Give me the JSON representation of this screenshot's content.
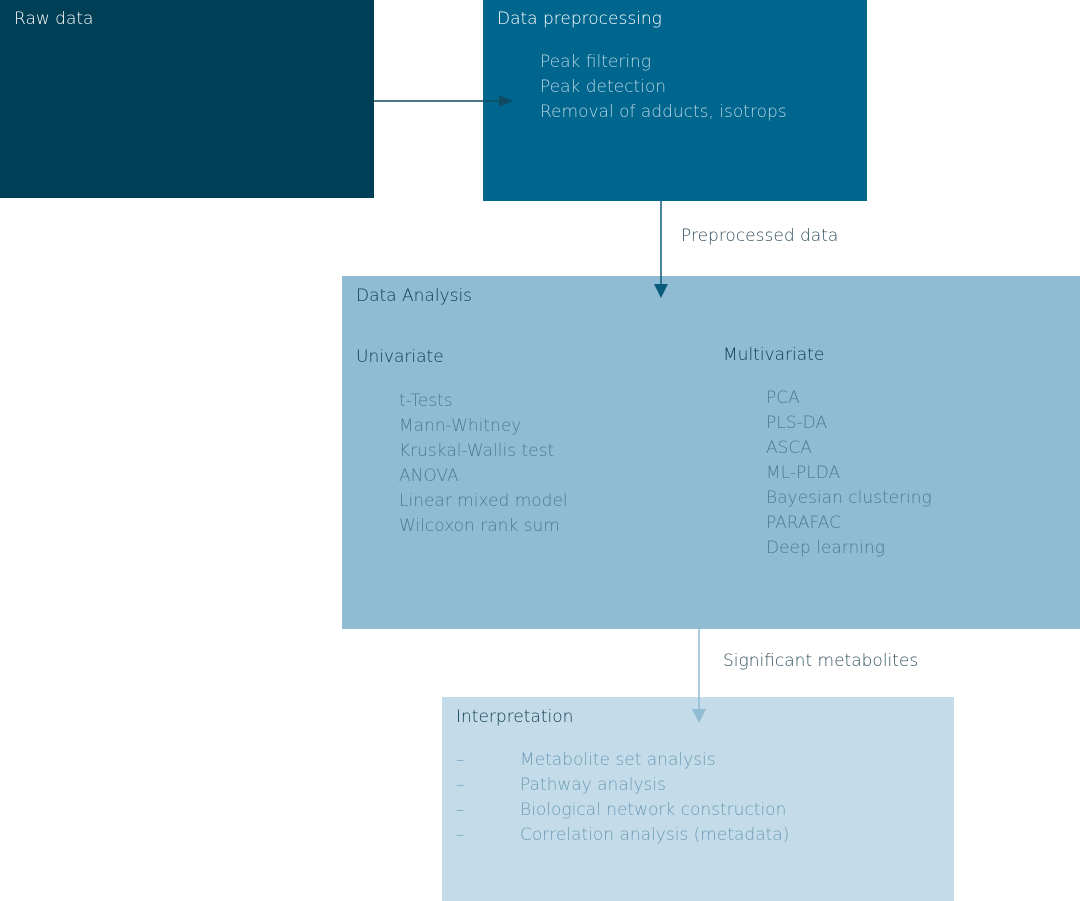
{
  "raw_data": {
    "title": "Raw data"
  },
  "preprocessing": {
    "title": "Data preprocessing",
    "items": [
      "Peak filtering",
      "Peak detection",
      "Removal of adducts, isotrops"
    ]
  },
  "edges": {
    "preprocessed_data": "Preprocessed data",
    "significant_metabolites": "Significant metabolites"
  },
  "analysis": {
    "title": "Data Analysis",
    "univariate": {
      "title": "Univariate",
      "items": [
        "t-Tests",
        "Mann-Whitney",
        "Kruskal-Wallis test",
        "ANOVA",
        "Linear mixed model",
        "Wilcoxon rank sum"
      ]
    },
    "multivariate": {
      "title": "Multivariate",
      "items": [
        "PCA",
        "PLS-DA",
        "ASCA",
        "ML-PLDA",
        "Bayesian clustering",
        "PARAFAC",
        "Deep learning"
      ]
    }
  },
  "interpretation": {
    "title": "Interpretation",
    "bullet": "–",
    "items": [
      "Metabolite set analysis",
      "Pathway analysis",
      "Biological network construction",
      "Correlation analysis (metadata)"
    ]
  },
  "colors": {
    "raw_box": "#003f55",
    "prep_box": "#00668e",
    "analysis_box": "#8fbbd3",
    "interp_box": "#c4dcea"
  }
}
